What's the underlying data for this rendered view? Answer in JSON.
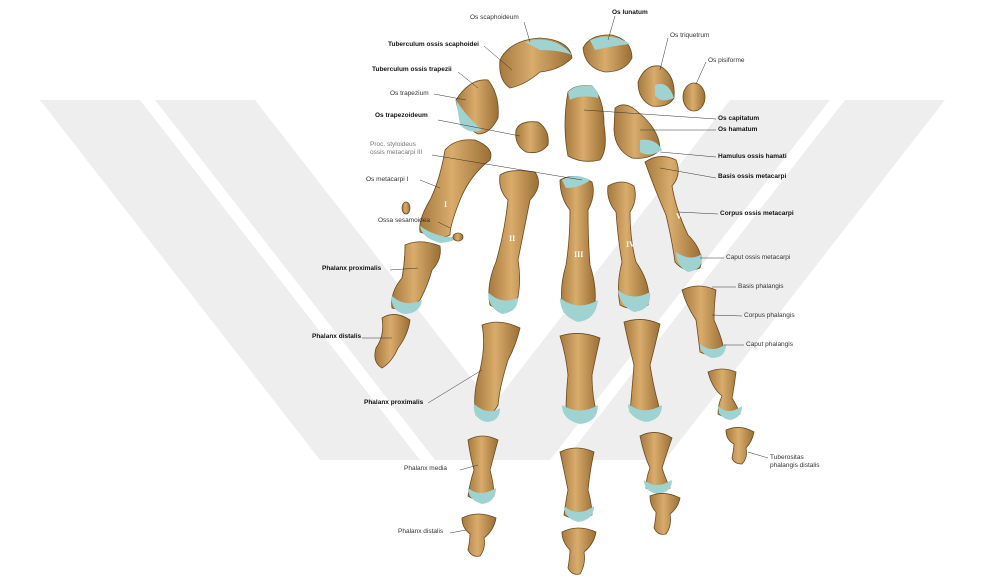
{
  "watermark_color": "#eaeaea",
  "bone_color": "#c99a5b",
  "bone_shadow": "#8a6530",
  "cartilage_color": "#9fd3d2",
  "labels": {
    "os_scaphoideum": "Os scaphoideum",
    "os_lunatum": "Os lunatum",
    "os_triquetrum": "Os triquetrum",
    "os_pisiforme": "Os pisiforme",
    "tuberculum_scaphoidei": "Tuberculum ossis scaphoidei",
    "tuberculum_trapezii": "Tuberculum ossis trapezii",
    "os_trapezium": "Os trapezium",
    "os_trapezoideum": "Os trapezoideum",
    "proc_styloideus": "Proc. styloideus",
    "proc_styloideus_2": "ossis metacarpi III",
    "os_metacarpi_i": "Os metacarpi I",
    "ossa_sesamoidea": "Ossa sesamoidea",
    "phalanx_proximalis_thumb": "Phalanx proximalis",
    "phalanx_distalis_thumb": "Phalanx distalis",
    "phalanx_proximalis": "Phalanx proximalis",
    "phalanx_media": "Phalanx media",
    "phalanx_distalis": "Phalanx distalis",
    "os_capitatum": "Os capitatum",
    "os_hamatum": "Os hamatum",
    "hamulus_ossis_hamati": "Hamulus ossis hamati",
    "basis_ossis_metacarpi": "Basis ossis metacarpi",
    "corpus_ossis_metacarpi": "Corpus ossis metacarpi",
    "caput_ossis_metacarpi": "Caput ossis metacarpi",
    "basis_phalangis": "Basis phalangis",
    "corpus_phalangis": "Corpus phalangis",
    "caput_phalangis": "Caput phalangis",
    "tuberositas_phalangis": "Tuberositas",
    "tuberositas_phalangis_2": "phalangis distalis"
  },
  "roman_numerals": {
    "i": "I",
    "ii": "II",
    "iii": "III",
    "iv": "IV",
    "v": "V"
  }
}
